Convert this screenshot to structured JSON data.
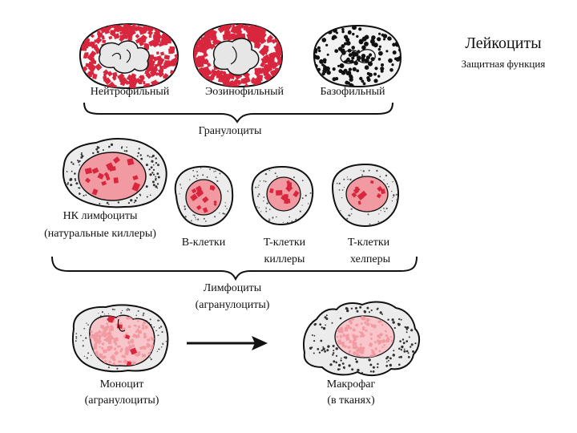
{
  "title": "Лейкоциты",
  "subtitle": "Защитная функция",
  "granulocytes": {
    "cells": [
      {
        "label": "Нейтрофильный",
        "granules": "red-fine"
      },
      {
        "label": "Эозинофильный",
        "granules": "red-coarse"
      },
      {
        "label": "Базофильный",
        "granules": "black"
      }
    ],
    "group_label": "Гранулоциты"
  },
  "lymphocytes": {
    "nk": {
      "label_line1": "НК лимфоциты",
      "label_line2": "(натуральные киллеры)"
    },
    "b": {
      "label": "B-клетки"
    },
    "t_killer": {
      "label_line1": "T-клетки",
      "label_line2": "киллеры"
    },
    "t_helper": {
      "label_line1": "T-клетки",
      "label_line2": "хелперы"
    },
    "group_line1": "Лимфоциты",
    "group_line2": "(агранулоциты)"
  },
  "monocyte": {
    "label_line1": "Моноцит",
    "label_line2": "(агранулоциты)"
  },
  "macrophage": {
    "label_line1": "Макрофаг",
    "label_line2": "(в тканях)"
  },
  "arrow": {
    "meaning": "monocyte-to-macrophage"
  },
  "colors": {
    "granule_red": "#d7263d",
    "nucleus_pink": "#f29aa2",
    "nucleus_light": "#f8c6ca",
    "cytoplasm": "#eeeeee",
    "outline": "#111111"
  }
}
